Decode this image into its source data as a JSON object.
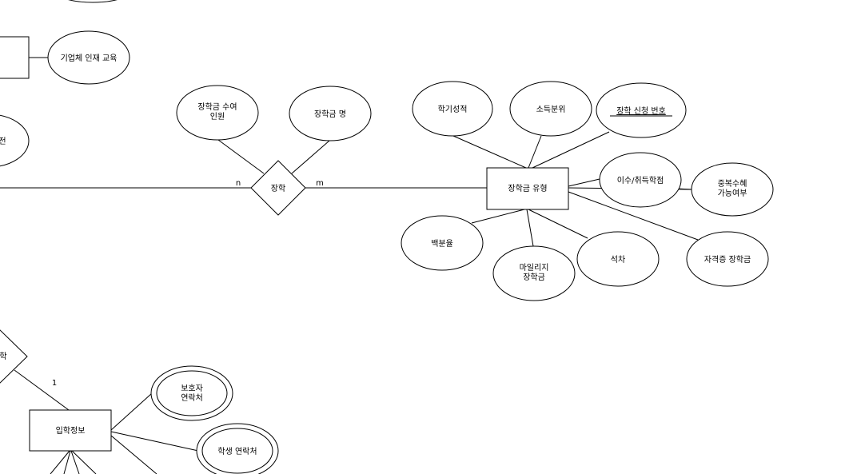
{
  "entities": {
    "corp_partial": "",
    "scholarship_type": "장학금 유형",
    "admission_info": "입학정보"
  },
  "relationships": {
    "scholarship": "장학",
    "bottom_left_partial": "학"
  },
  "attributes": {
    "corp_training": "기업체 인재 교육",
    "left_partial": "전",
    "recipients_line1": "장학금 수여",
    "recipients_line2": "인원",
    "scholarship_name": "장학금 명",
    "semester_grade": "학기성적",
    "income_level": "소득분위",
    "application_no": "장학 신청 번호",
    "credits": "이수/취득학점",
    "duplicate_line1": "중복수혜",
    "duplicate_line2": "가능여부",
    "percentile": "백분율",
    "mileage_line1": "마일리지",
    "mileage_line2": "장학금",
    "rank": "석차",
    "certificate": "자격증 장학금",
    "guardian_line1": "보호자",
    "guardian_line2": "연락처",
    "student_contact": "학생 연락처"
  },
  "cardinalities": {
    "n": "n",
    "m": "m",
    "one": "1"
  }
}
